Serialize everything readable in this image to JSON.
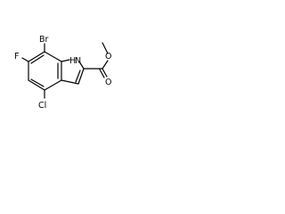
{
  "molecule": {
    "atom_labels": {
      "bromine": "Br",
      "fluorine": "F",
      "chlorine": "Cl",
      "nitrogen_h": "H",
      "nitrogen": "N",
      "carbonyl_oxygen": "O",
      "ester_oxygen": "O"
    }
  }
}
